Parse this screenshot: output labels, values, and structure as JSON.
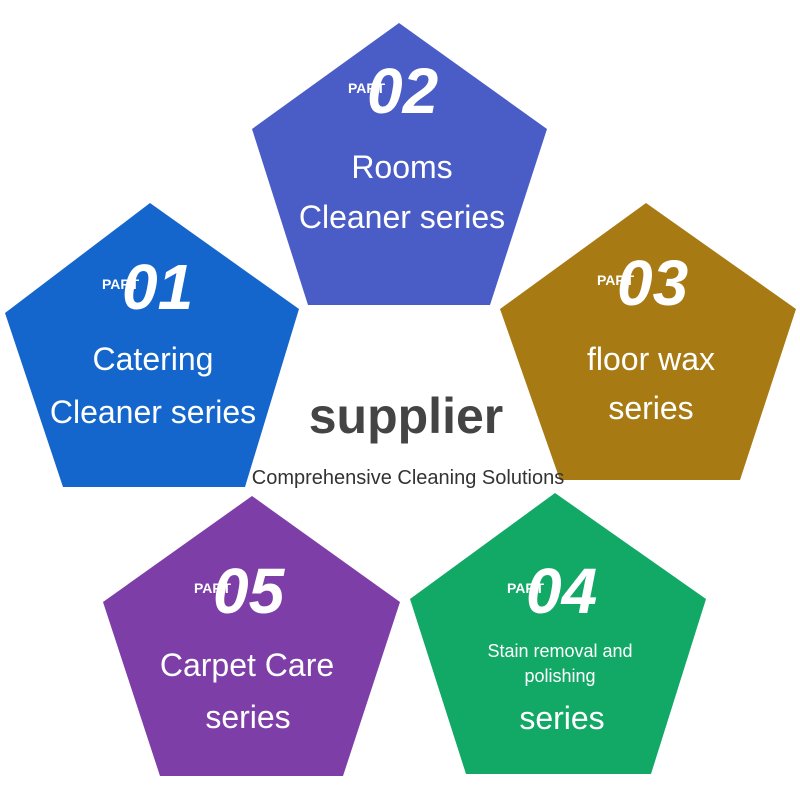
{
  "center": {
    "title": "supplier",
    "subtitle": "Comprehensive Cleaning Solutions"
  },
  "parts": [
    {
      "id": "part-01",
      "part_label": "PART",
      "number": "01",
      "title_lines": [
        "Catering",
        "Cleaner series"
      ],
      "color": "#1466cc"
    },
    {
      "id": "part-02",
      "part_label": "PART",
      "number": "02",
      "title_lines": [
        "Rooms",
        "Cleaner series"
      ],
      "color": "#4a5cc6"
    },
    {
      "id": "part-03",
      "part_label": "PART",
      "number": "03",
      "title_lines": [
        "floor wax",
        "series"
      ],
      "color": "#a87a14"
    },
    {
      "id": "part-04",
      "part_label": "PART",
      "number": "04",
      "title_lines": [
        "Stain removal and",
        "polishing",
        "series"
      ],
      "color": "#12a866"
    },
    {
      "id": "part-05",
      "part_label": "PART",
      "number": "05",
      "title_lines": [
        "Carpet Care",
        "series"
      ],
      "color": "#7e3ea8"
    }
  ]
}
